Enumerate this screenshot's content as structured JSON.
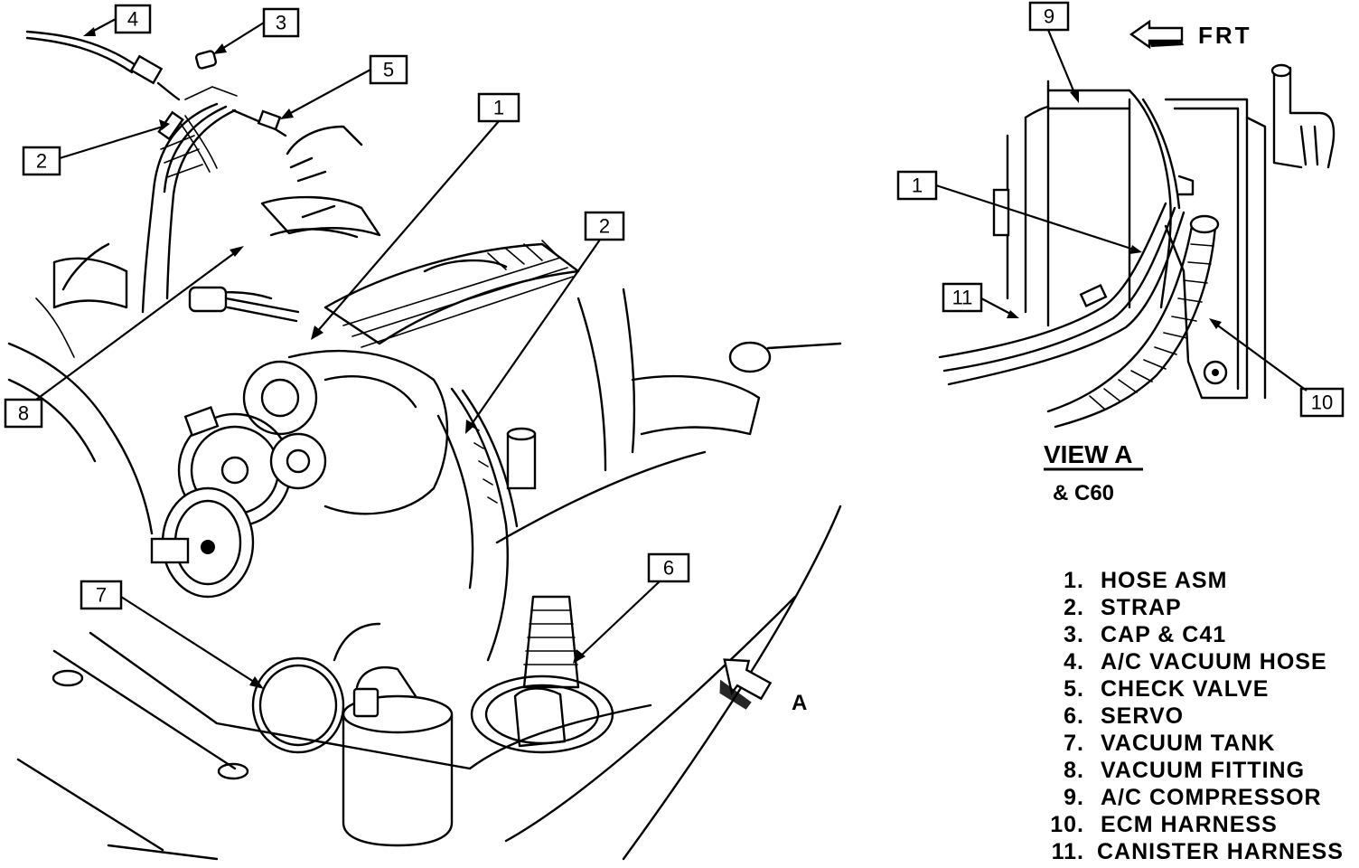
{
  "callouts": {
    "main": [
      "4",
      "3",
      "5",
      "1",
      "2",
      "2",
      "8",
      "7",
      "6"
    ],
    "view_a": [
      "9",
      "1",
      "11",
      "10"
    ]
  },
  "labels": {
    "front": "FRT",
    "view_title": "VIEW A",
    "view_sub": "& C60",
    "arrow_a": "A"
  },
  "legend": [
    {
      "num": "1.",
      "text": "HOSE ASM"
    },
    {
      "num": "2.",
      "text": "STRAP"
    },
    {
      "num": "3.",
      "text": "CAP & C41"
    },
    {
      "num": "4.",
      "text": "A/C VACUUM HOSE"
    },
    {
      "num": "5.",
      "text": "CHECK VALVE"
    },
    {
      "num": "6.",
      "text": "SERVO"
    },
    {
      "num": "7.",
      "text": "VACUUM TANK"
    },
    {
      "num": "8.",
      "text": "VACUUM FITTING"
    },
    {
      "num": "9.",
      "text": "A/C COMPRESSOR"
    },
    {
      "num": "10.",
      "text": "ECM HARNESS"
    },
    {
      "num": "11.",
      "text": "CANISTER HARNESS"
    }
  ],
  "colors": {
    "ink": "#000000",
    "paper": "#ffffff"
  }
}
